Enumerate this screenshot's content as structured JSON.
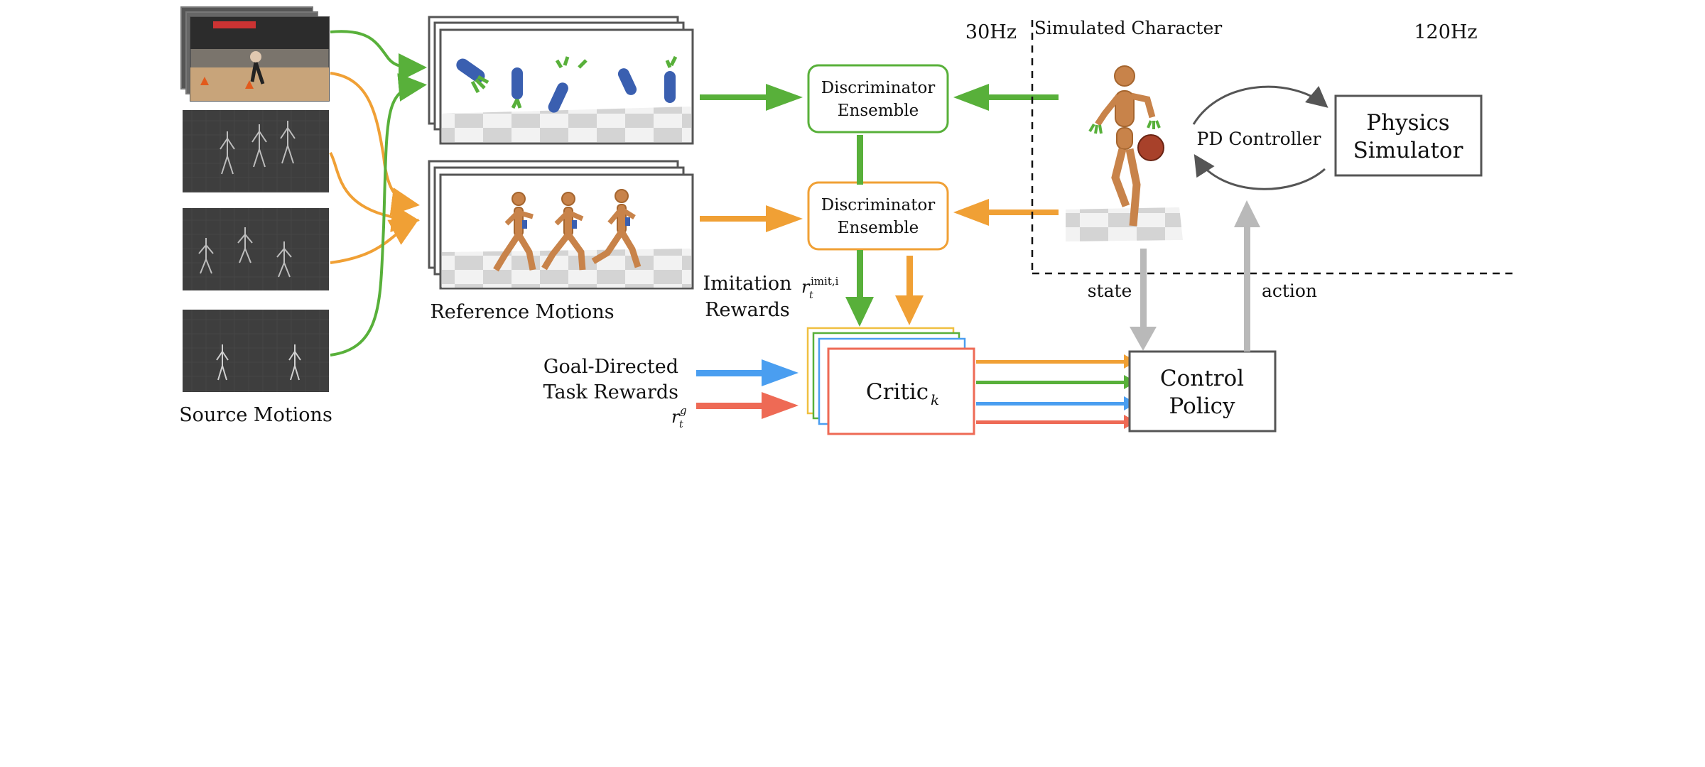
{
  "labels": {
    "source_motions": "Source Motions",
    "reference_motions": "Reference Motions",
    "imitation_rewards_line1": "Imitation",
    "imitation_rewards_line2": "Rewards",
    "imitation_symbol": "r",
    "imitation_sup": "imit,i",
    "imitation_sub": "t",
    "goal_line1": "Goal-Directed",
    "goal_line2": "Task Rewards",
    "goal_symbol": "r",
    "goal_sup": "g",
    "goal_sub": "t",
    "critic": "Critic",
    "critic_sub": "k",
    "control_policy_line1": "Control",
    "control_policy_line2": "Policy",
    "disc_top_line1": "Discriminator",
    "disc_top_line2": "Ensemble",
    "disc_bottom_line1": "Discriminator",
    "disc_bottom_line2": "Ensemble",
    "freq_30": "30Hz",
    "simulated_character": "Simulated Character",
    "freq_120": "120Hz",
    "pd_controller": "PD Controller",
    "physics_line1": "Physics",
    "physics_line2": "Simulator",
    "state": "state",
    "action": "action"
  },
  "colors": {
    "green": "#58b03a",
    "orange": "#f0a035",
    "blue": "#4a9ef0",
    "red": "#ee6a55",
    "gray_arrow": "#b9b9b9",
    "box_border": "#555555"
  }
}
